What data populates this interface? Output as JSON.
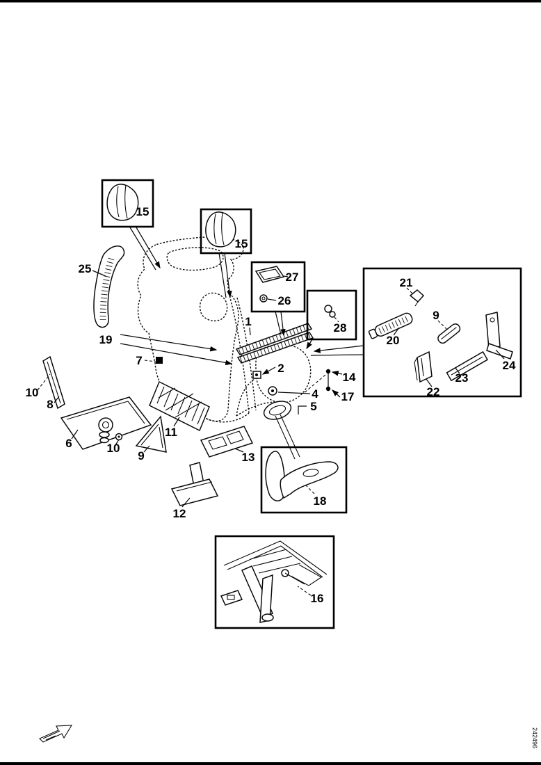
{
  "figure": {
    "figure_number": "242496"
  },
  "colors": {
    "ink": "#000000",
    "paper": "#ffffff"
  },
  "callouts": {
    "c15a": "15",
    "c15b": "15",
    "c27": "27",
    "c26": "26",
    "c28": "28",
    "c21": "21",
    "c20": "20",
    "c9r": "9",
    "c22": "22",
    "c23": "23",
    "c24": "24",
    "c25": "25",
    "c19": "19",
    "c7": "7",
    "c1": "1",
    "c2": "2",
    "c14": "14",
    "c4": "4",
    "c17": "17",
    "c5": "5",
    "c10a": "10",
    "c8": "8",
    "c6": "6",
    "c10b": "10",
    "c9b": "9",
    "c11": "11",
    "c13": "13",
    "c12": "12",
    "c18": "18",
    "c16": "16"
  }
}
